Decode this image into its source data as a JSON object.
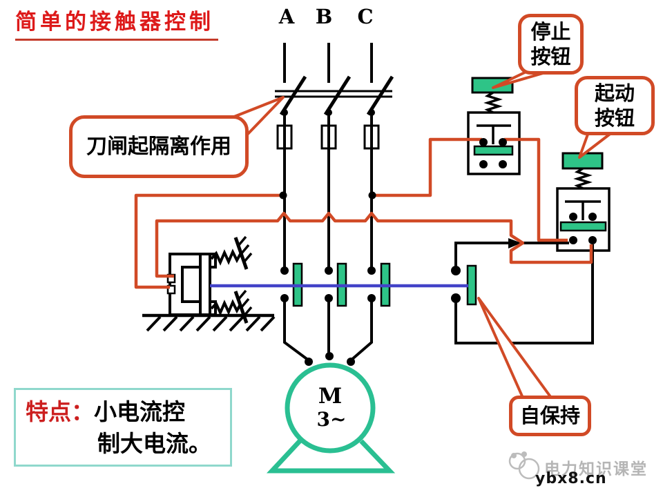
{
  "slide": {
    "title": "简单的接触器控制",
    "phase_labels": {
      "a": "A",
      "b": "B",
      "c": "C"
    },
    "callouts": {
      "knife_switch": "刀闸起隔离作用",
      "stop_button": {
        "line1": "停止",
        "line2": "按钮"
      },
      "start_button": {
        "line1": "起动",
        "line2": "按钮"
      },
      "self_holding": "自保持"
    },
    "motor": {
      "symbol": "M",
      "phases": "3~"
    },
    "feature": {
      "label": "特点：",
      "line1": "小电流控",
      "line2": "制大电流。"
    },
    "watermark": {
      "brand": "电力知识课堂",
      "url": "ybx8.cn"
    },
    "colors": {
      "wire_accent": "#d14a26",
      "component_green": "#2ec487",
      "motor_green": "#2abf92",
      "rod_blue": "#4343c8",
      "title_red": "#dd1a1a",
      "feature_border": "#8fd8cc"
    }
  }
}
